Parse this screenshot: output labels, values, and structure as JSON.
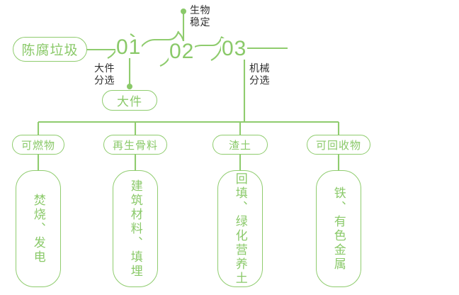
{
  "theme": {
    "accent": "#8ac969",
    "stroke": "#8fcc6e",
    "text_dark": "#2f2f2f",
    "background": "#ffffff"
  },
  "flow": {
    "source": {
      "label": "陈腐垃圾"
    },
    "stages": [
      {
        "id": "01",
        "number": "01",
        "annotation": "大件\n分选",
        "annotation_line1": "大件",
        "annotation_line2": "分选"
      },
      {
        "id": "02",
        "number": "02",
        "annotation": "生物\n稳定",
        "annotation_line1": "生物",
        "annotation_line2": "稳定"
      },
      {
        "id": "03",
        "number": "03",
        "annotation": "机械\n分选",
        "annotation_line1": "机械",
        "annotation_line2": "分选"
      }
    ],
    "stage_outputs": [
      {
        "stage": "01",
        "label": "大件"
      },
      {
        "stage": "02",
        "label": "生物稳定"
      }
    ],
    "bulky_output": {
      "label": "大件"
    }
  },
  "outputs": [
    {
      "category": "可燃物",
      "destination": "焚烧、发电"
    },
    {
      "category": "再生骨料",
      "destination": "建筑材料、填埋"
    },
    {
      "category": "渣土",
      "destination": "回填、绿化营养土"
    },
    {
      "category": "可回收物",
      "destination": "铁、有色金属"
    }
  ]
}
